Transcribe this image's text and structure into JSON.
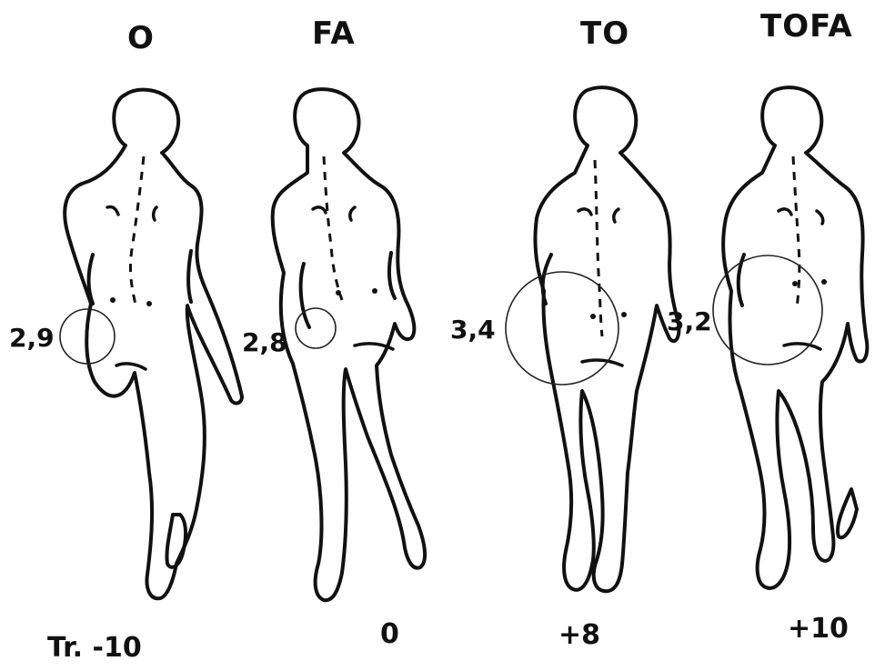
{
  "figures": [
    {
      "title": "O",
      "measurement": "2,9",
      "score": "Tr. -10"
    },
    {
      "title": "FA",
      "measurement": "2,8",
      "score": "0"
    },
    {
      "title": "TO",
      "measurement": "3,4",
      "score": "+8"
    },
    {
      "title": "TOFA",
      "measurement": "3,2",
      "score": "+10"
    }
  ],
  "colors": {
    "ink": "#111111",
    "background": "#ffffff"
  }
}
